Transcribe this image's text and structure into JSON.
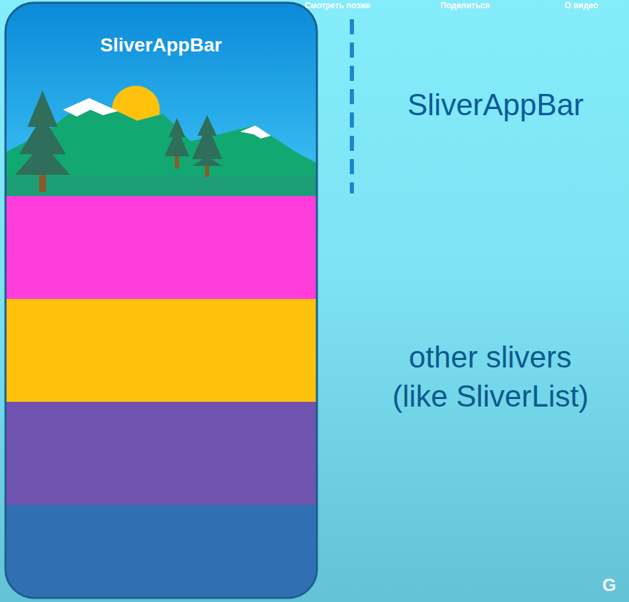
{
  "diagram": {
    "nodes": [
      {
        "text": [
          "SliverAppBar"
        ]
      }
    ],
    "labels": [
      "Смотреть позже",
      "Поделиться",
      "О видео",
      "SliverAppBar",
      "other slivers",
      "(like SliverList)",
      "G"
    ]
  }
}
